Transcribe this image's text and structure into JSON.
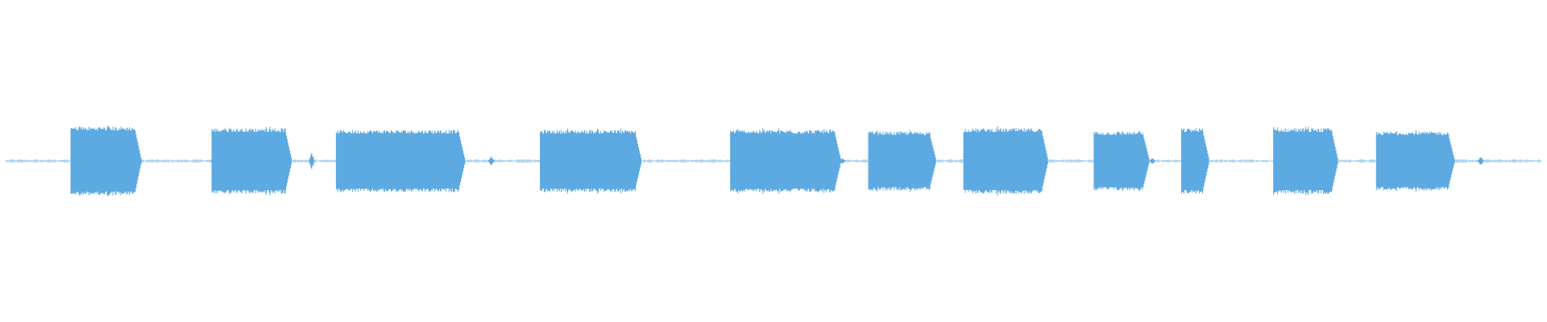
{
  "waveform": {
    "color": "#5DA9E1",
    "baseline_amplitude": 0.01,
    "segments": [
      {
        "start": 0.042,
        "end": 0.084,
        "amplitude": 0.21
      },
      {
        "start": 0.134,
        "end": 0.182,
        "amplitude": 0.2
      },
      {
        "start": 0.215,
        "end": 0.295,
        "amplitude": 0.19
      },
      {
        "start": 0.348,
        "end": 0.41,
        "amplitude": 0.19
      },
      {
        "start": 0.472,
        "end": 0.54,
        "amplitude": 0.19
      },
      {
        "start": 0.562,
        "end": 0.602,
        "amplitude": 0.18
      },
      {
        "start": 0.624,
        "end": 0.675,
        "amplitude": 0.2
      },
      {
        "start": 0.709,
        "end": 0.741,
        "amplitude": 0.18
      },
      {
        "start": 0.766,
        "end": 0.78,
        "amplitude": 0.2
      },
      {
        "start": 0.826,
        "end": 0.864,
        "amplitude": 0.2
      },
      {
        "start": 0.893,
        "end": 0.94,
        "amplitude": 0.18
      }
    ],
    "blips": [
      {
        "position": 0.199,
        "amplitude": 0.06
      },
      {
        "position": 0.316,
        "amplitude": 0.03
      },
      {
        "position": 0.545,
        "amplitude": 0.02
      },
      {
        "position": 0.747,
        "amplitude": 0.02
      },
      {
        "position": 0.961,
        "amplitude": 0.03
      }
    ]
  }
}
